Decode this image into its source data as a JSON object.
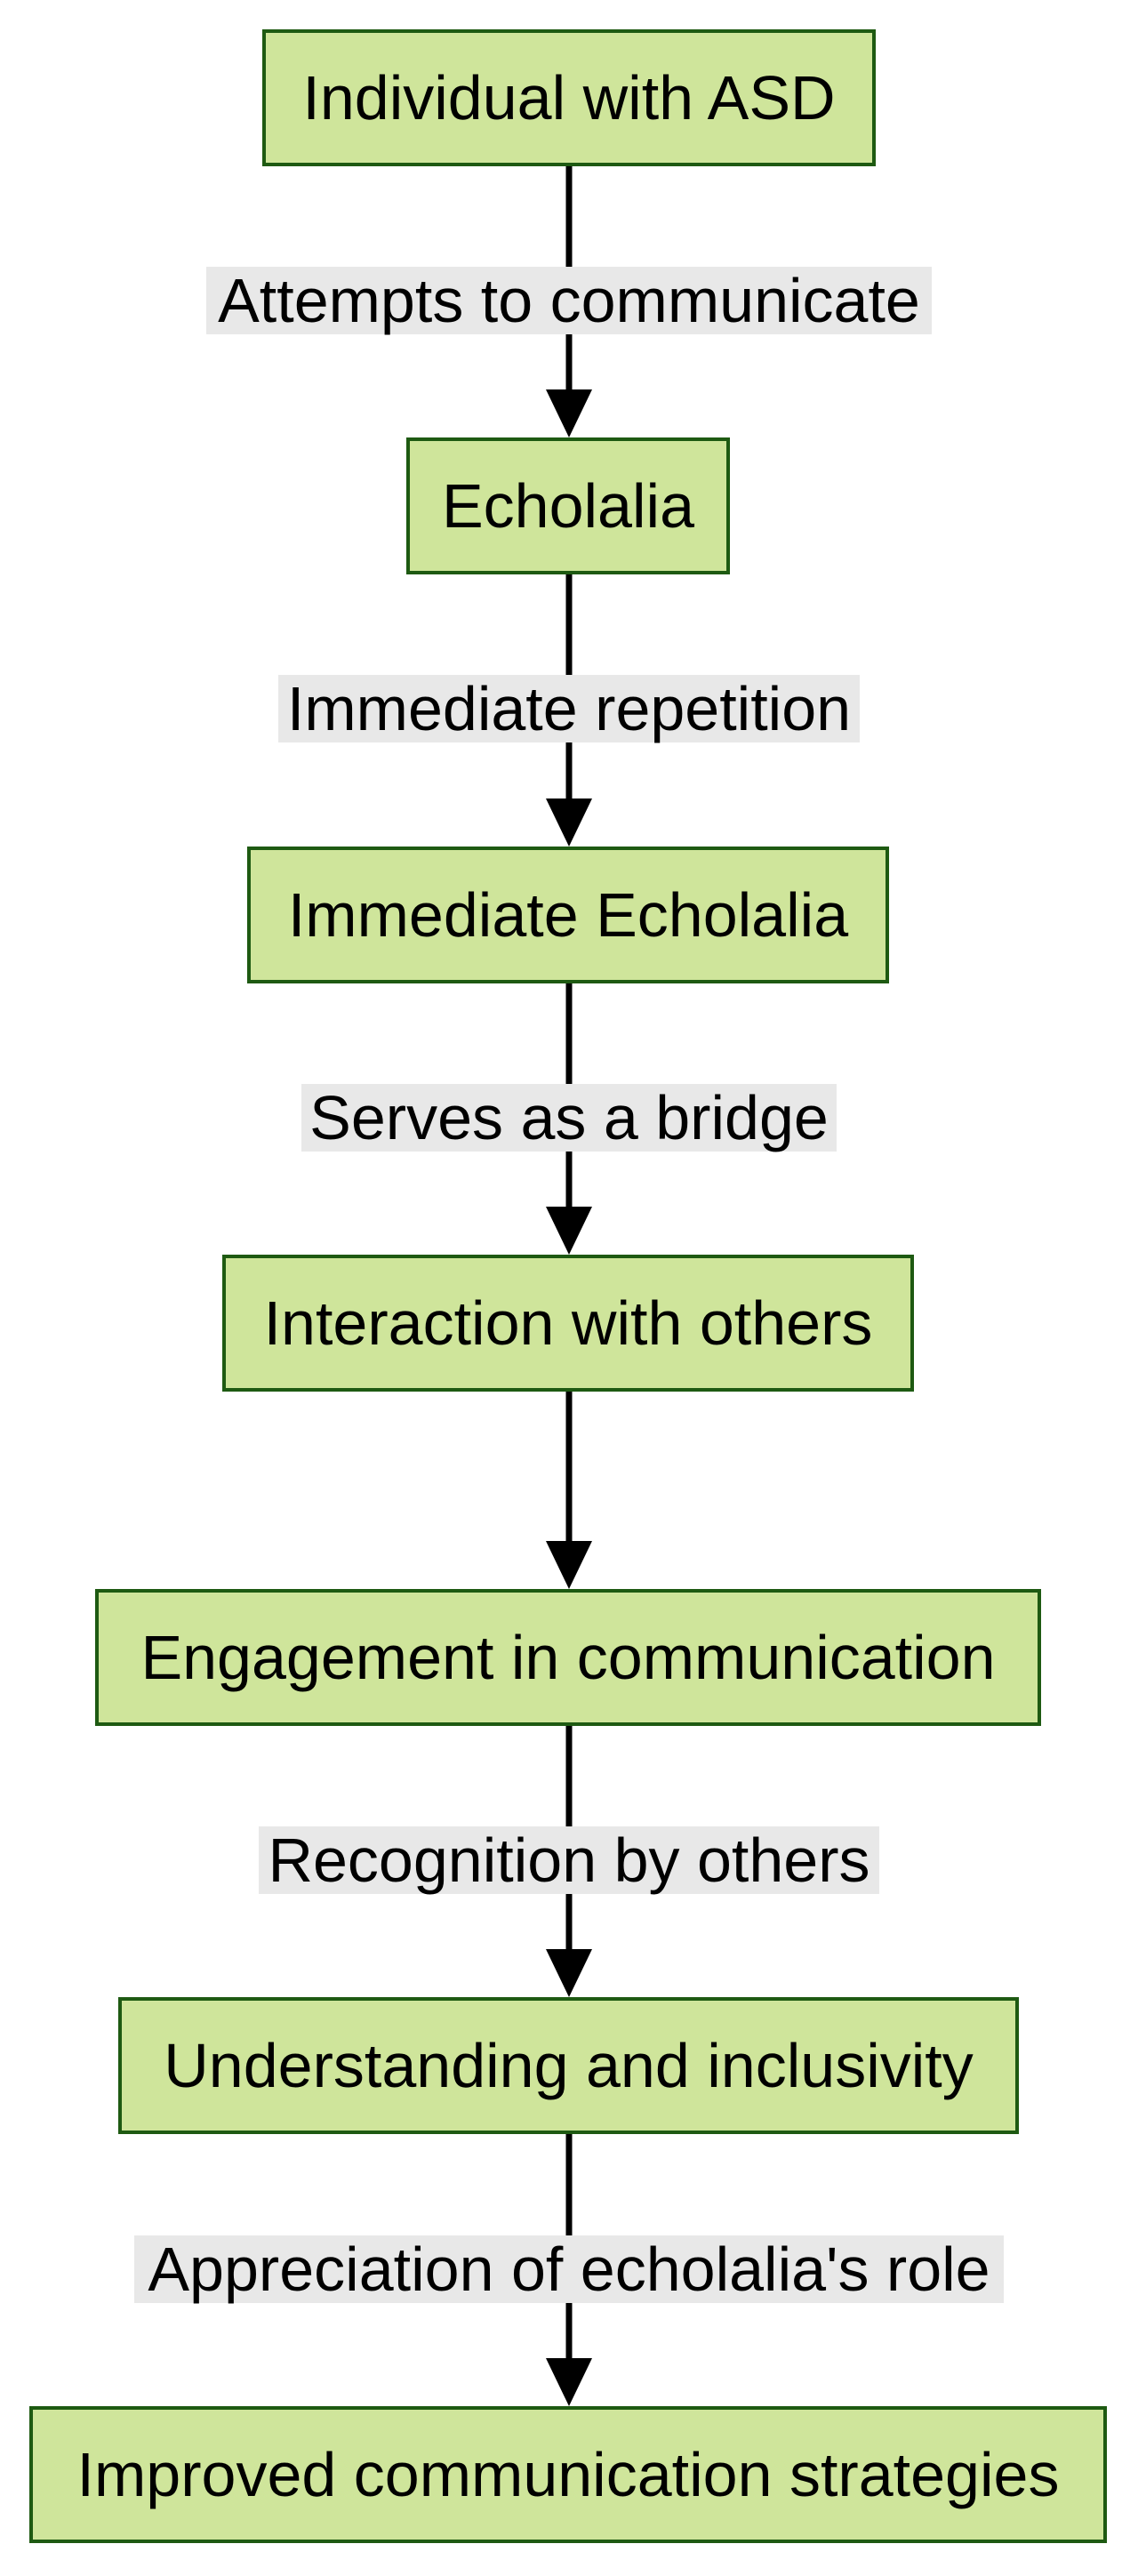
{
  "diagram": {
    "nodes": [
      {
        "id": "n1",
        "label": "Individual with ASD"
      },
      {
        "id": "n2",
        "label": "Echolalia"
      },
      {
        "id": "n3",
        "label": "Immediate Echolalia"
      },
      {
        "id": "n4",
        "label": "Interaction with others"
      },
      {
        "id": "n5",
        "label": "Engagement in communication"
      },
      {
        "id": "n6",
        "label": "Understanding and inclusivity"
      },
      {
        "id": "n7",
        "label": "Improved communication strategies"
      }
    ],
    "edges": [
      {
        "from": "n1",
        "to": "n2",
        "label": "Attempts to communicate"
      },
      {
        "from": "n2",
        "to": "n3",
        "label": "Immediate repetition"
      },
      {
        "from": "n3",
        "to": "n4",
        "label": "Serves as a bridge"
      },
      {
        "from": "n4",
        "to": "n5",
        "label": ""
      },
      {
        "from": "n5",
        "to": "n6",
        "label": "Recognition by others"
      },
      {
        "from": "n6",
        "to": "n7",
        "label": "Appreciation of echolalia's role"
      }
    ],
    "colors": {
      "node_fill": "#cfe59b",
      "node_stroke": "#1e5a12",
      "edge": "#000000",
      "label_background": "#e8e8e8"
    }
  }
}
